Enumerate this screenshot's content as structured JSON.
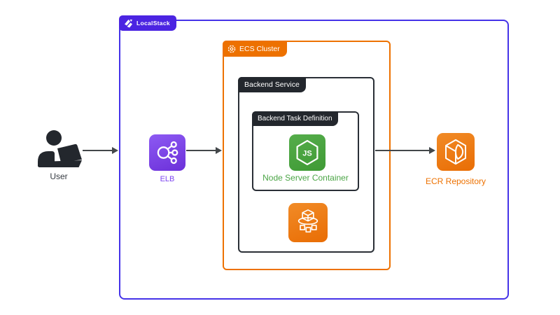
{
  "page": {
    "background": "#ffffff"
  },
  "diagram": {
    "containers": {
      "localstack": {
        "label": "LocalStack",
        "border_color": "#4533e8",
        "badge_color": "#4b24e2",
        "badge_text_color": "#ffffff",
        "icon": "localstack-logo-icon"
      },
      "ecs_cluster": {
        "label": "ECS Cluster",
        "color": "#ed7100",
        "badge_text_color": "#ffffff",
        "icon": "ecs-cluster-ring-icon"
      },
      "backend_service": {
        "label": "Backend Service",
        "color": "#23272d",
        "badge_text_color": "#ffffff"
      },
      "backend_task_definition": {
        "label": "Backend Task Definition",
        "color": "#23272d",
        "badge_text_color": "#ffffff"
      }
    },
    "nodes": {
      "user": {
        "label": "User",
        "icon": "user-at-laptop-icon",
        "color": "#23272d",
        "label_color": "#363b42"
      },
      "elb": {
        "label": "ELB",
        "icon": "load-balancer-icon",
        "color": "#7e46f0",
        "label_color": "#7e46f0"
      },
      "node_server": {
        "label": "Node Server Container",
        "icon": "nodejs-icon",
        "color": "#46a23c",
        "label_color": "#4ba546"
      },
      "ecs_service": {
        "icon": "ecs-containers-icon",
        "color": "#ed7100"
      },
      "ecr": {
        "label": "ECR Repository",
        "icon": "ecr-cube-icon",
        "color": "#ed7100",
        "label_color": "#ed7100"
      }
    },
    "arrows": [
      {
        "from": "user",
        "to": "localstack"
      },
      {
        "from": "elb",
        "to": "ecs_cluster"
      },
      {
        "from": "backend_service",
        "to": "ecr"
      }
    ],
    "arrow_color": "#43474a"
  }
}
